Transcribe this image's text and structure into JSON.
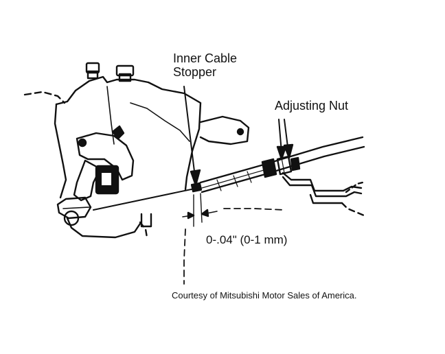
{
  "labels": {
    "inner_cable_stopper_line1": "Inner Cable",
    "inner_cable_stopper_line2": "Stopper",
    "adjusting_nut": "Adjusting Nut",
    "gap": "0-.04\" (0-1 mm)",
    "credit": "Courtesy of Mitsubishi Motor Sales of America."
  },
  "colors": {
    "ink": "#111111",
    "background": "#ffffff"
  }
}
